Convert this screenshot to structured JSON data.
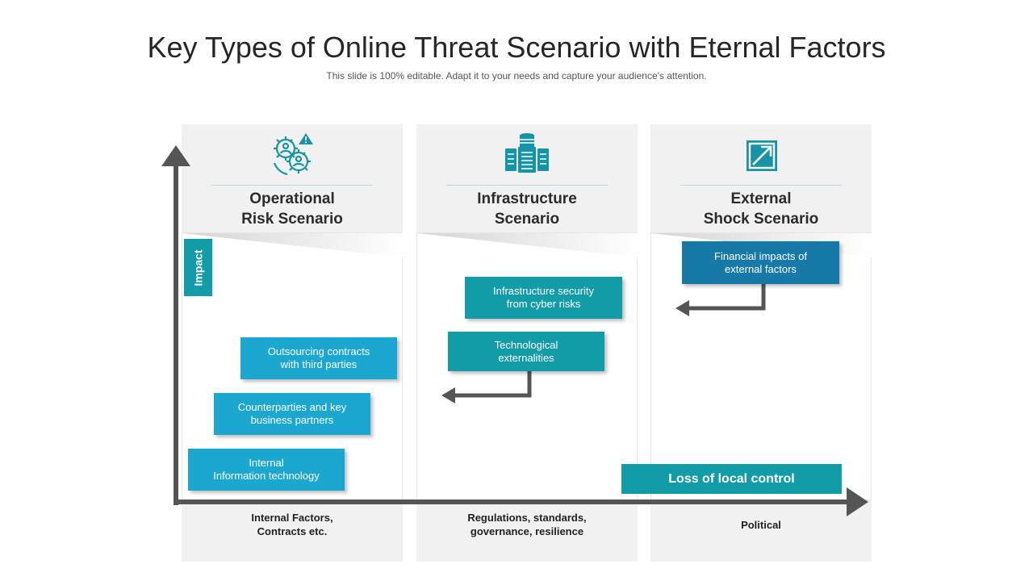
{
  "title": "Key Types of Online Threat Scenario with Eternal Factors",
  "subtitle": "This slide is 100% editable. Adapt it to your needs and capture your audience's attention.",
  "axis": {
    "y_label": "Impact"
  },
  "columns": [
    {
      "title_lines": [
        "Operational",
        "Risk Scenario"
      ],
      "icon": "gears-people-warning-icon",
      "bottom_label_lines": [
        "Internal Factors,",
        "Contracts etc."
      ],
      "boxes": [
        {
          "lines": [
            "Outsourcing contracts",
            "with third parties"
          ],
          "color": "#1ba7cf"
        },
        {
          "lines": [
            "Counterparties and key",
            "business partners"
          ],
          "color": "#1ba7cf"
        },
        {
          "lines": [
            "Internal",
            "Information technology"
          ],
          "color": "#1ba7cf"
        }
      ]
    },
    {
      "title_lines": [
        "Infrastructure",
        "Scenario"
      ],
      "icon": "database-server-icon",
      "bottom_label_lines": [
        "Regulations, standards,",
        "governance, resilience"
      ],
      "boxes": [
        {
          "lines": [
            "Infrastructure security",
            "from cyber risks"
          ],
          "color": "#119ca8"
        },
        {
          "lines": [
            "Technological",
            "externalities"
          ],
          "color": "#119ca8"
        }
      ]
    },
    {
      "title_lines": [
        "External",
        "Shock Scenario"
      ],
      "icon": "external-link-icon",
      "bottom_label_lines": [
        "Political"
      ],
      "boxes": [
        {
          "lines": [
            "Financial impacts of",
            "external factors"
          ],
          "color": "#1779a8"
        }
      ]
    }
  ],
  "loss_label": "Loss of local control"
}
